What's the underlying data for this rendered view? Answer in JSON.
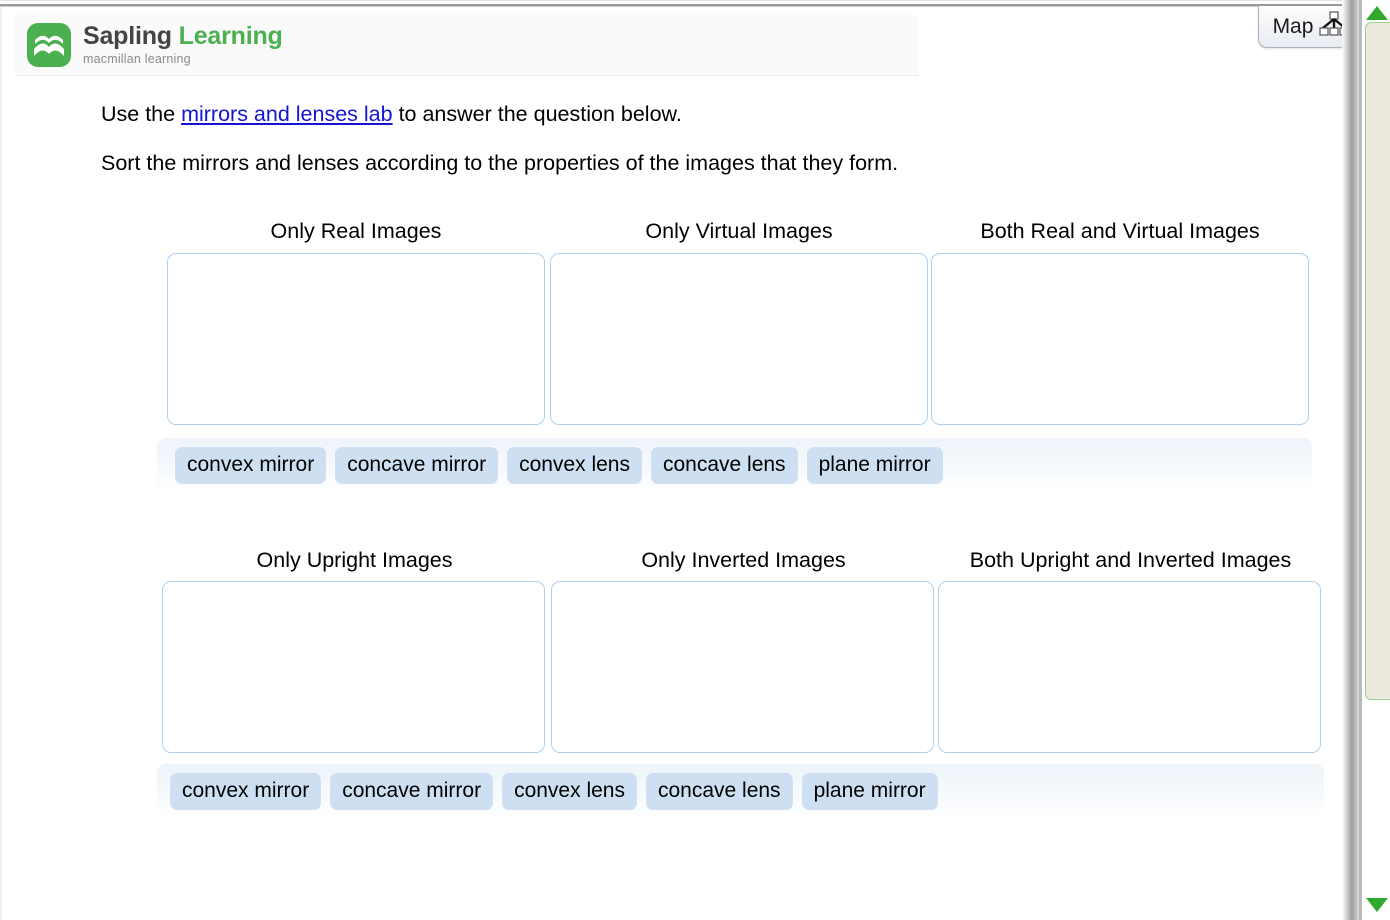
{
  "brand": {
    "name_part1": "Sapling",
    "name_part2": "Learning",
    "tagline": "macmillan learning",
    "logo_icon": "sapling-book-logo-icon",
    "green": "#4caf50",
    "dark": "#444444"
  },
  "toolbar": {
    "map_label": "Map",
    "map_icon": "hierarchy-tree-icon"
  },
  "question": {
    "line1_before": "Use the ",
    "line1_link": "mirrors and lenses lab",
    "line1_after": " to answer the question below.",
    "line2": "Sort the mirrors and lenses according to the properties of the images that they form."
  },
  "groups": [
    {
      "id": "image-type-group",
      "categories": [
        {
          "label": "Only Real Images"
        },
        {
          "label": "Only Virtual Images"
        },
        {
          "label": "Both Real and Virtual Images"
        }
      ],
      "tokens": [
        {
          "label": "convex mirror"
        },
        {
          "label": "concave mirror"
        },
        {
          "label": "convex lens"
        },
        {
          "label": "concave lens"
        },
        {
          "label": "plane mirror"
        }
      ]
    },
    {
      "id": "orientation-group",
      "categories": [
        {
          "label": "Only Upright Images"
        },
        {
          "label": "Only Inverted Images"
        },
        {
          "label": "Both Upright and Inverted Images"
        }
      ],
      "tokens": [
        {
          "label": "convex mirror"
        },
        {
          "label": "concave mirror"
        },
        {
          "label": "convex lens"
        },
        {
          "label": "concave lens"
        },
        {
          "label": "plane mirror"
        }
      ]
    }
  ],
  "scrollbar": {
    "up_arrow_icon": "scroll-up-arrow-icon",
    "down_arrow_icon": "scroll-down-arrow-icon",
    "accent": "#2faa2f"
  },
  "colors": {
    "drop_zone_border": "#aed0ee",
    "token_background": "#cfdff2",
    "link": "#1414d4"
  }
}
